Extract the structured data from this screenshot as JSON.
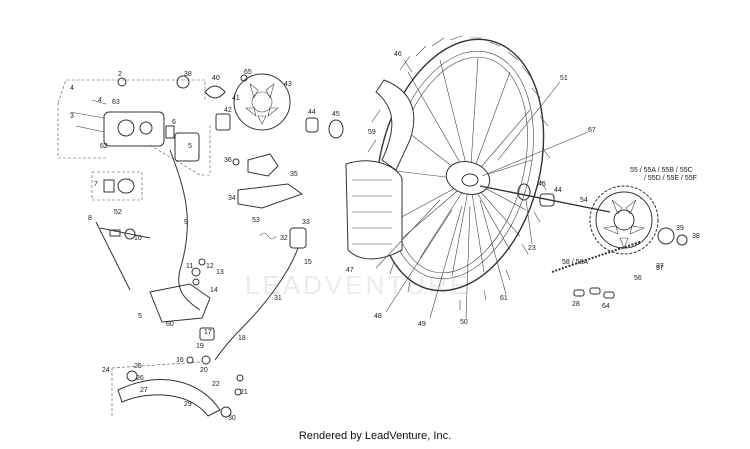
{
  "footer": {
    "text": "Rendered by LeadVenture, Inc."
  },
  "watermark": {
    "text": "LEADVENTURE"
  },
  "callouts": [
    {
      "id": "c2",
      "text": "2"
    },
    {
      "id": "c4a",
      "text": "4"
    },
    {
      "id": "c3",
      "text": "3"
    },
    {
      "id": "c4b",
      "text": "4"
    },
    {
      "id": "c63",
      "text": "63"
    },
    {
      "id": "c62",
      "text": "62"
    },
    {
      "id": "c6",
      "text": "6"
    },
    {
      "id": "c5",
      "text": "5"
    },
    {
      "id": "c38",
      "text": "38"
    },
    {
      "id": "c40",
      "text": "40"
    },
    {
      "id": "c65",
      "text": "65"
    },
    {
      "id": "c41",
      "text": "41"
    },
    {
      "id": "c42",
      "text": "42"
    },
    {
      "id": "c43",
      "text": "43"
    },
    {
      "id": "c44a",
      "text": "44"
    },
    {
      "id": "c45a",
      "text": "45"
    },
    {
      "id": "c7",
      "text": "7"
    },
    {
      "id": "c8",
      "text": "8"
    },
    {
      "id": "c9",
      "text": "9"
    },
    {
      "id": "c52",
      "text": "52"
    },
    {
      "id": "c10",
      "text": "10"
    },
    {
      "id": "c36",
      "text": "36"
    },
    {
      "id": "c35",
      "text": "35"
    },
    {
      "id": "c34",
      "text": "34"
    },
    {
      "id": "c33",
      "text": "33"
    },
    {
      "id": "c53",
      "text": "53"
    },
    {
      "id": "c32",
      "text": "32"
    },
    {
      "id": "c11",
      "text": "11"
    },
    {
      "id": "c12",
      "text": "12"
    },
    {
      "id": "c13",
      "text": "13"
    },
    {
      "id": "c14",
      "text": "14"
    },
    {
      "id": "c15",
      "text": "15"
    },
    {
      "id": "c31",
      "text": "31"
    },
    {
      "id": "c5b",
      "text": "5"
    },
    {
      "id": "c60",
      "text": "60"
    },
    {
      "id": "c17",
      "text": "17"
    },
    {
      "id": "c18",
      "text": "18"
    },
    {
      "id": "c19",
      "text": "19"
    },
    {
      "id": "c16",
      "text": "16"
    },
    {
      "id": "c20",
      "text": "20"
    },
    {
      "id": "c24",
      "text": "24"
    },
    {
      "id": "c25",
      "text": "25"
    },
    {
      "id": "c26",
      "text": "26"
    },
    {
      "id": "c27",
      "text": "27"
    },
    {
      "id": "c29",
      "text": "29"
    },
    {
      "id": "c30",
      "text": "30"
    },
    {
      "id": "c22",
      "text": "22"
    },
    {
      "id": "c21",
      "text": "21"
    },
    {
      "id": "c46",
      "text": "46"
    },
    {
      "id": "c59",
      "text": "59"
    },
    {
      "id": "c51",
      "text": "51"
    },
    {
      "id": "c67",
      "text": "67"
    },
    {
      "id": "c45b",
      "text": "45"
    },
    {
      "id": "c44b",
      "text": "44"
    },
    {
      "id": "c54",
      "text": "54"
    },
    {
      "id": "c23",
      "text": "23"
    },
    {
      "id": "c47",
      "text": "47"
    },
    {
      "id": "c48",
      "text": "48"
    },
    {
      "id": "c49",
      "text": "49"
    },
    {
      "id": "c50",
      "text": "50"
    },
    {
      "id": "c61",
      "text": "61"
    },
    {
      "id": "c55a",
      "text": "55 / 55A / 55B / 55C"
    },
    {
      "id": "c55b",
      "text": "/ 55D / 55E / 55F"
    },
    {
      "id": "c39",
      "text": "39"
    },
    {
      "id": "c37",
      "text": "37"
    },
    {
      "id": "c38b",
      "text": "38"
    },
    {
      "id": "c56",
      "text": "56"
    },
    {
      "id": "c57",
      "text": "57"
    },
    {
      "id": "c58",
      "text": "58 / 58A"
    },
    {
      "id": "c28",
      "text": "28"
    },
    {
      "id": "c64",
      "text": "64"
    }
  ]
}
